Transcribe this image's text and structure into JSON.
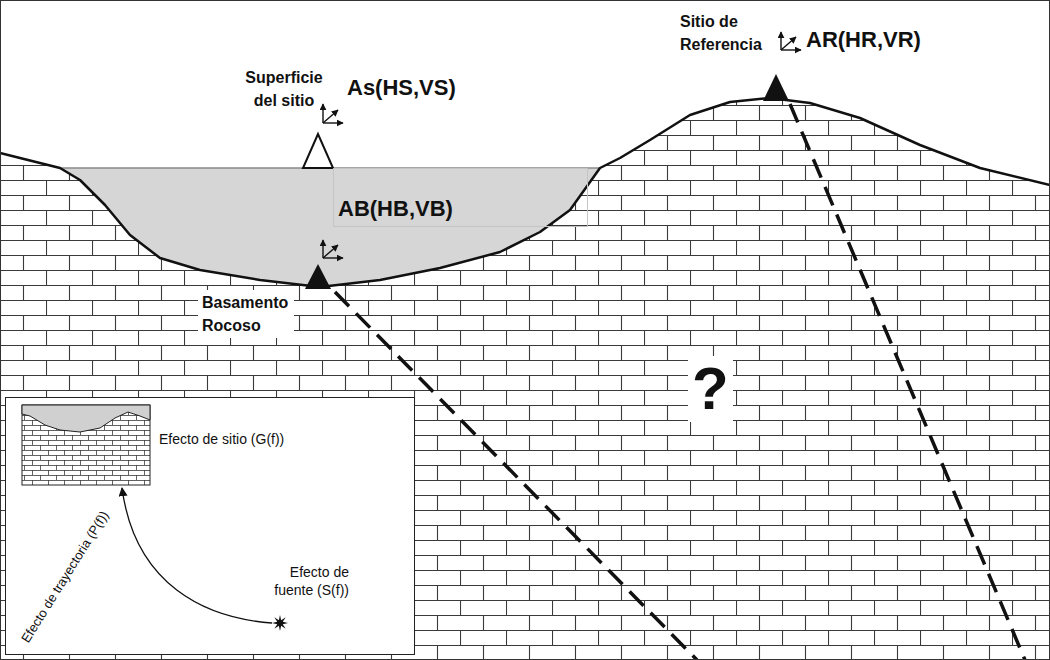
{
  "diagram": {
    "nodes": [
      {
        "text": [
          "AB(HB,VB)"
        ]
      },
      {
        "text": [
          "Efecto de sitio (G(f))",
          "Efecto de trayectoria (P(f))",
          "Efecto de fuente (S(f))"
        ]
      }
    ],
    "labels": [
      "Superficie del sitio",
      "As(HS,VS)",
      "Basamento Rocoso",
      "Sitio de Referencia",
      "AR(HR,VR)",
      "?"
    ]
  }
}
